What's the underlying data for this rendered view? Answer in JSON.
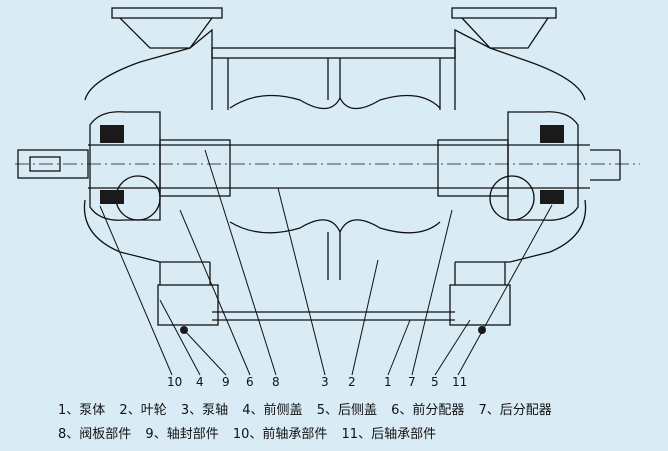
{
  "diagram": {
    "callouts": [
      "10",
      "4",
      "9",
      "6",
      "8",
      "3",
      "2",
      "1",
      "7",
      "5",
      "11"
    ],
    "legend_rows": [
      [
        "1、泵体",
        "2、叶轮",
        "3、泵轴",
        "4、前侧盖",
        "5、后侧盖",
        "6、前分配器",
        "7、后分配器"
      ],
      [
        "8、阀板部件",
        "9、轴封部件",
        "10、前轴承部件",
        "11、后轴承部件"
      ]
    ]
  },
  "colors": {
    "background": "#d9ecf6",
    "line": "#111111",
    "bearing": "#1a1a1a"
  }
}
